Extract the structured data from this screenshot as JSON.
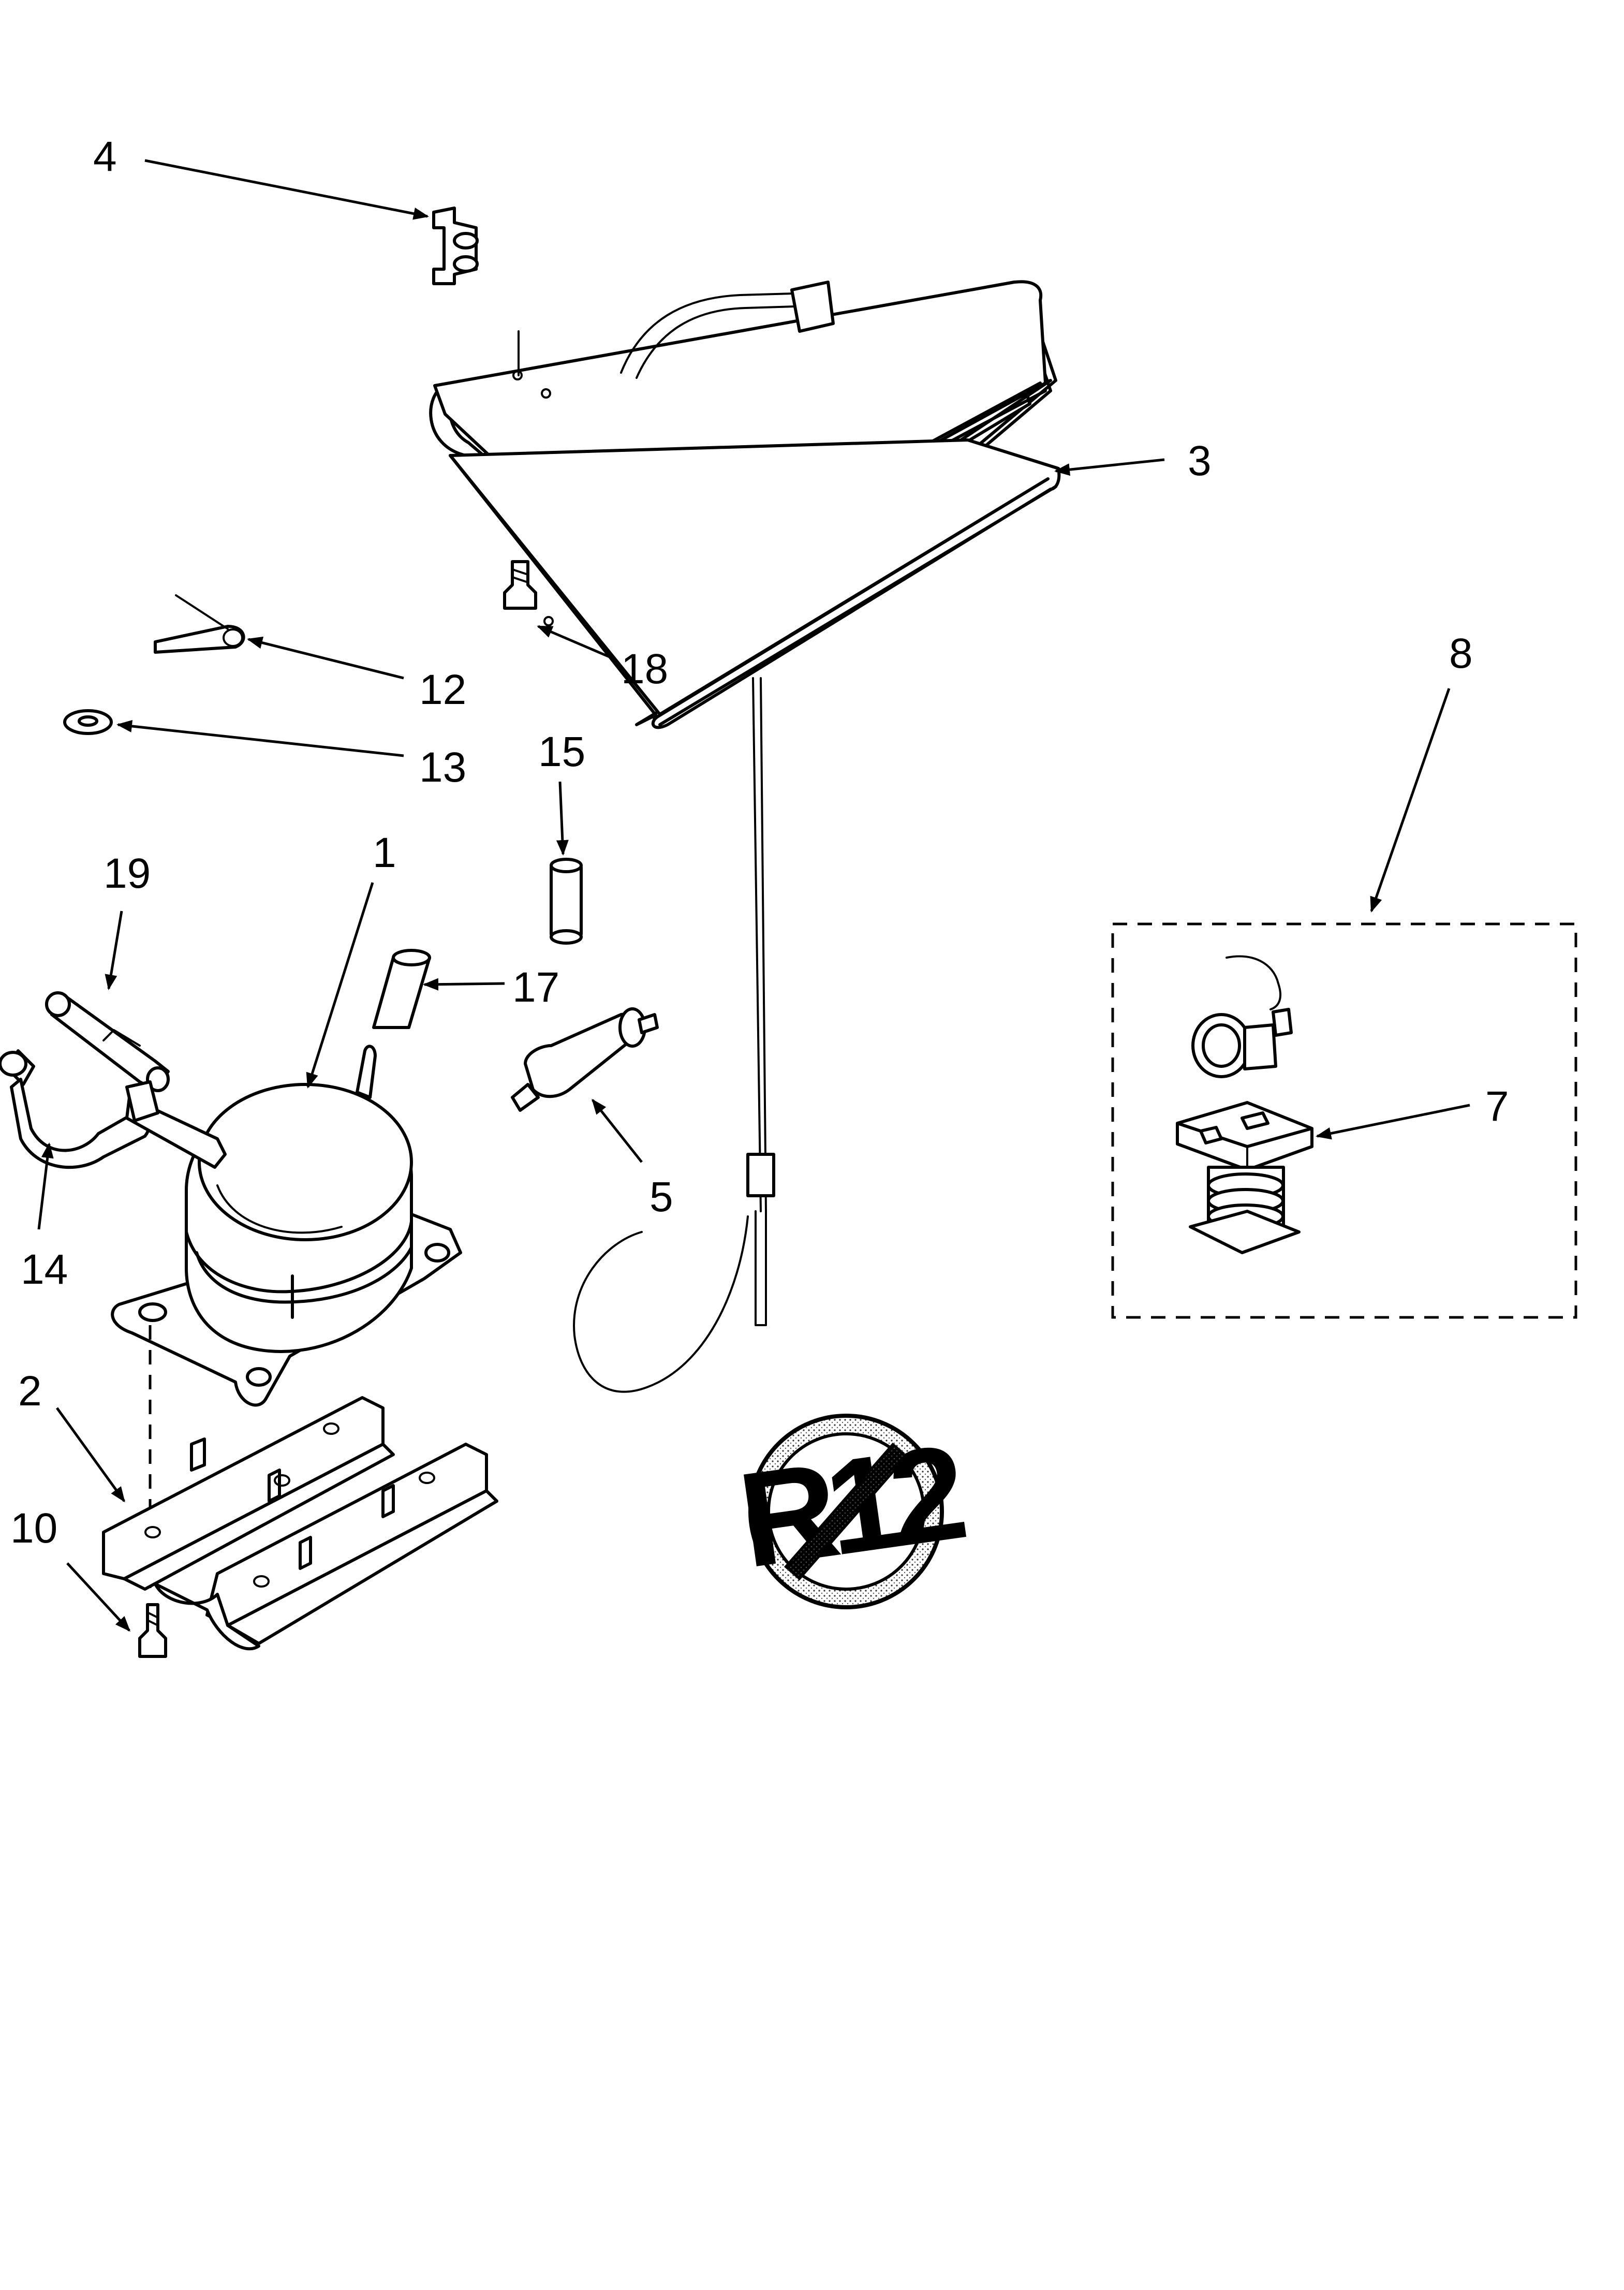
{
  "diagram": {
    "callouts": {
      "c1": "1",
      "c2": "2",
      "c3": "3",
      "c4": "4",
      "c5": "5",
      "c7": "7",
      "c8": "8",
      "c10": "10",
      "c12": "12",
      "c13": "13",
      "c14": "14",
      "c15": "15",
      "c17": "17",
      "c18": "18",
      "c19": "19"
    },
    "symbol_r12": "R12"
  }
}
